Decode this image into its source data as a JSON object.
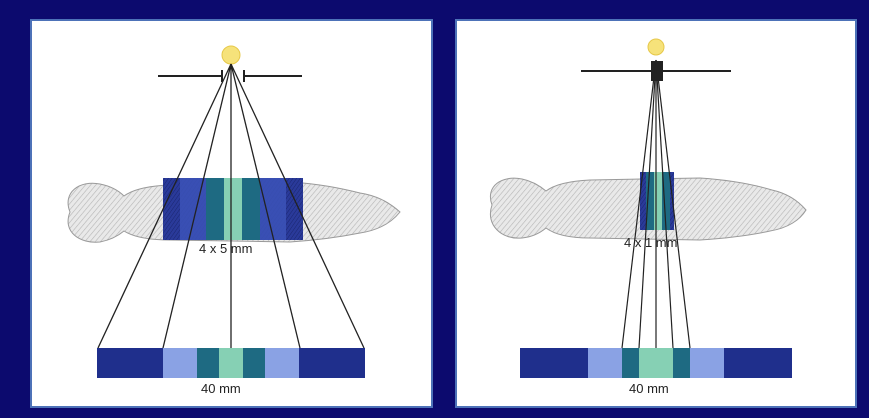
{
  "panels": [
    {
      "id": "left",
      "slice_label": "4 x 5 mm",
      "detector_label": "40 mm"
    },
    {
      "id": "right",
      "slice_label": "4 x 1 mm",
      "detector_label": "40 mm"
    }
  ],
  "colors": {
    "background": "#0c0a6e",
    "panel_fill": "#ffffff",
    "panel_border": "#4d72b8",
    "band_dark": "#1f2f8c",
    "band_mid": "#3c54b8",
    "band_light": "#8aa2e4",
    "band_teal": "#1e6a82",
    "band_center": "#86d0b4",
    "source": "#f6e27a",
    "body_shade": "#cfcfcf"
  }
}
